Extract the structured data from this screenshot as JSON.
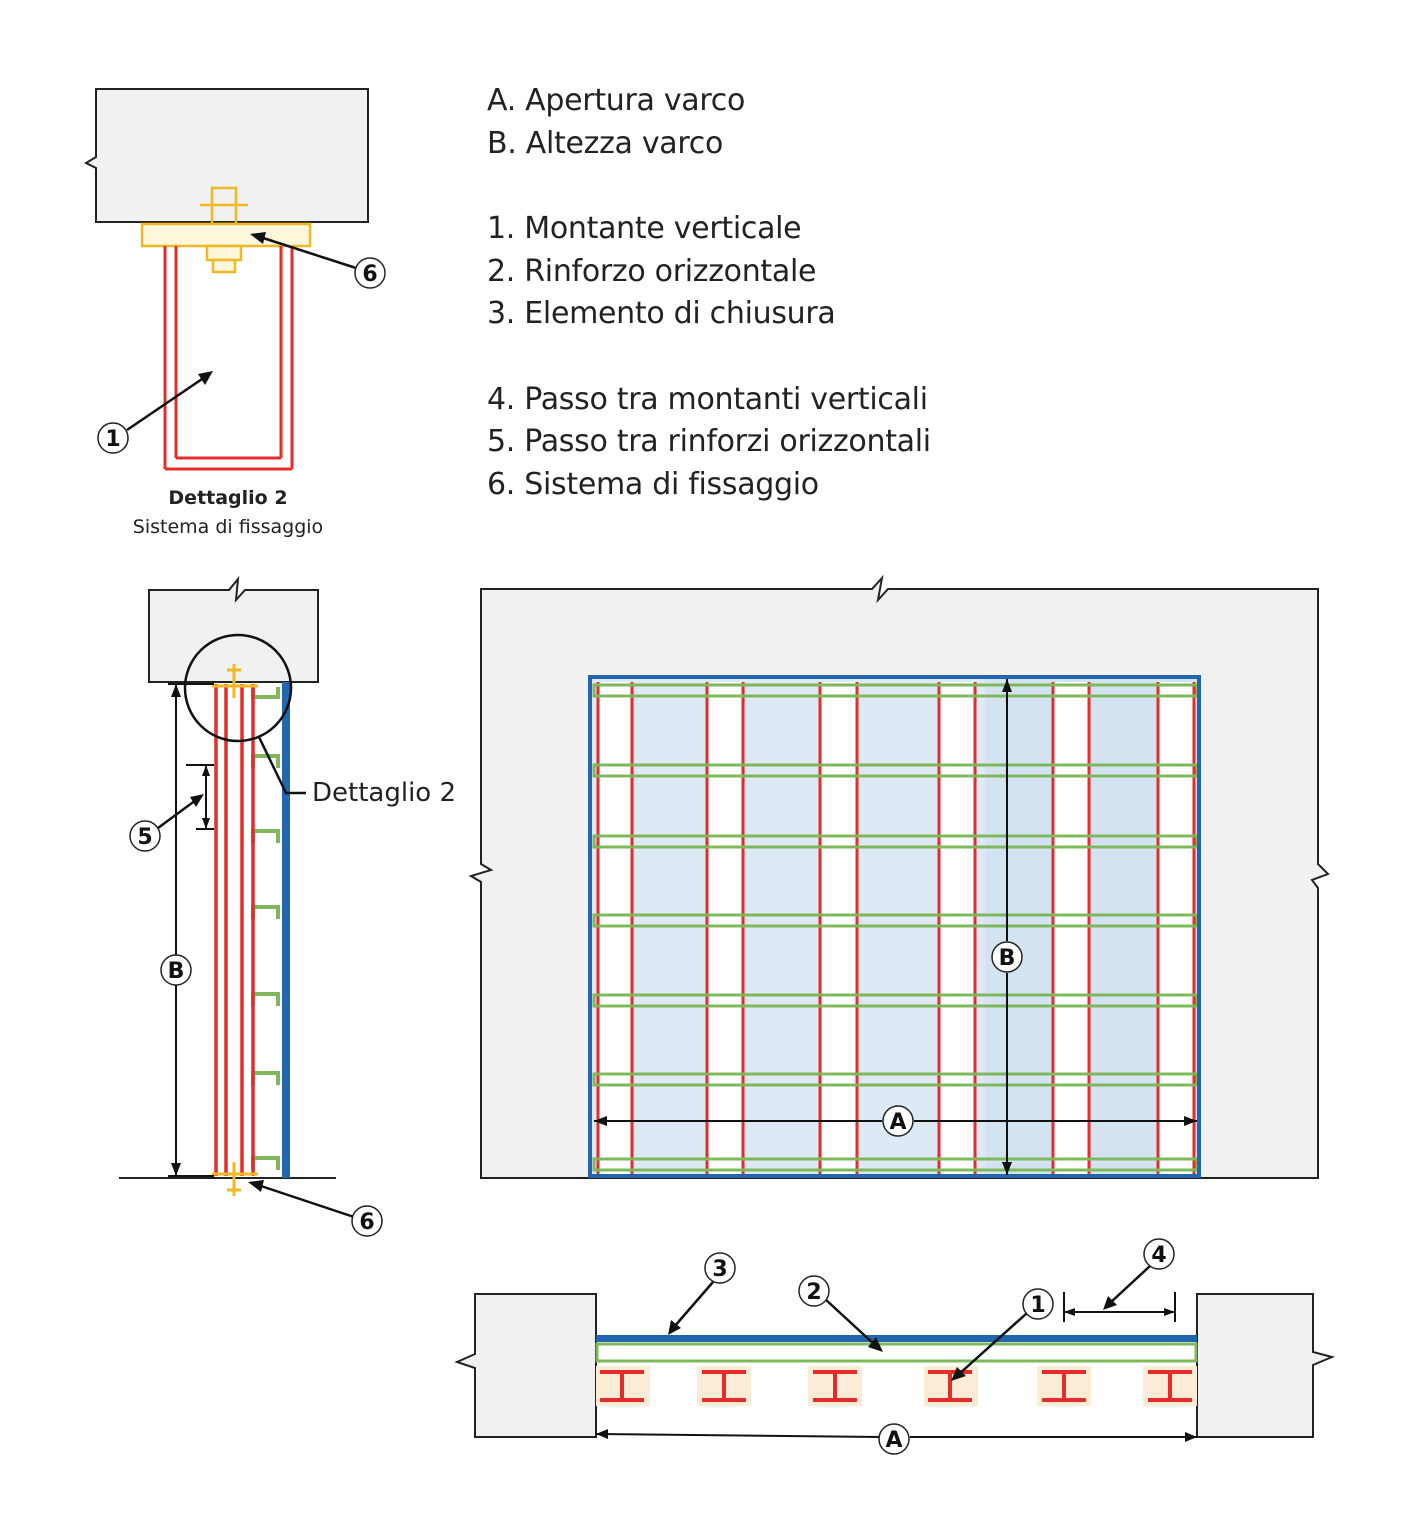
{
  "legend": {
    "a": "A. Apertura varco",
    "b": "B. Altezza varco",
    "i1": "1. Montante verticale",
    "i2": "2. Rinforzo orizzontale",
    "i3": "3. Elemento di chiusura",
    "i4": "4. Passo tra montanti verticali",
    "i5": "5. Passo tra rinforzi orizzontali",
    "i6": "6. Sistema di fissaggio"
  },
  "detail_caption": {
    "title": "Dettaglio 2",
    "subtitle": "Sistema di fissaggio"
  },
  "detail_callout": "Dettaglio 2",
  "markers": {
    "m1": "1",
    "m2": "2",
    "m3": "3",
    "m4": "4",
    "m5": "5",
    "m6": "6",
    "a": "A",
    "b": "B"
  },
  "colors": {
    "concrete": "#f1f1f1",
    "stud_red": "#e52b2b",
    "rail_green": "#7fb85a",
    "panel_blue": "#2266b0",
    "fixing_yellow": "#f2b824",
    "glass": "#dde9f5"
  }
}
